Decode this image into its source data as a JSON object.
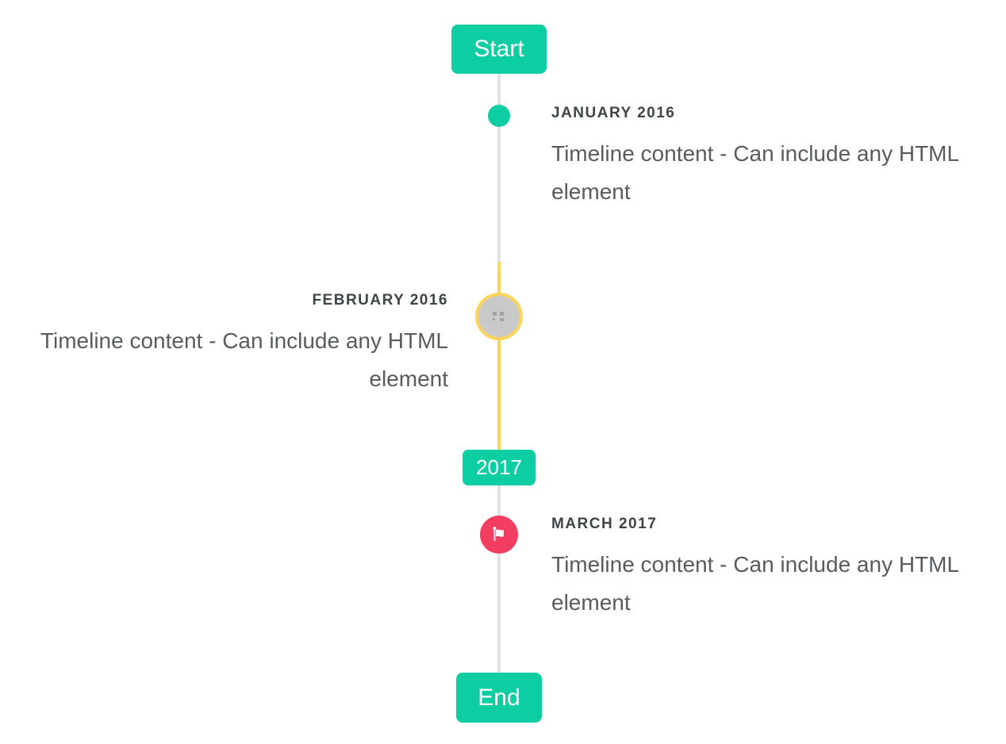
{
  "timeline": {
    "start_button": "Start",
    "end_button": "End",
    "year_badge": "2017",
    "entries": [
      {
        "date": "JANUARY 2016",
        "content": "Timeline content - Can include any HTML element",
        "side": "right",
        "marker": "dot"
      },
      {
        "date": "FEBRUARY 2016",
        "content": "Timeline content - Can include any HTML element",
        "side": "left",
        "marker": "broken-image"
      },
      {
        "date": "MARCH 2017",
        "content": "Timeline content - Can include any HTML element",
        "side": "right",
        "marker": "flag"
      }
    ],
    "colors": {
      "accent_teal": "#0DCEA2",
      "highlight_yellow": "#FBD45B",
      "flag_red": "#F43E61",
      "line_gray": "#E1E2E4",
      "image_marker_gray": "#C9C9C9",
      "date_text": "#3E4549",
      "content_text": "#575C5F"
    },
    "icons": {
      "flag": "flag-icon",
      "broken_image": "broken-image-icon"
    }
  }
}
